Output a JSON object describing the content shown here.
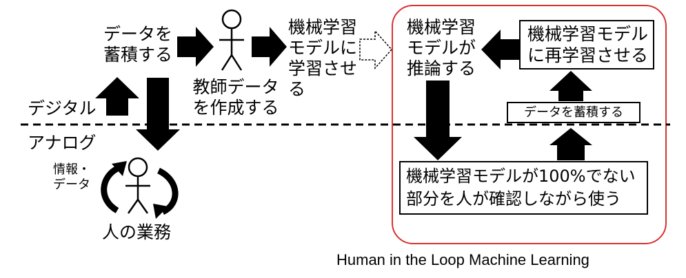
{
  "colors": {
    "outline": "#d93030",
    "ink": "#000000"
  },
  "icons": [
    "stick-figure-icon",
    "arrow-icon",
    "cycle-arrow-icon"
  ],
  "left": {
    "accumulate_data": "データを\n蓄積する",
    "create_teacher_data": "教師データ\nを作成する",
    "train_model": "機械学習\nモデルに\n学習させ\nる",
    "digital": "デジタル",
    "analog": "アナログ",
    "info_data": "情報・\nデータ",
    "human_work": "人の業務"
  },
  "loop": {
    "model_infers": "機械学習\nモデルが\n推論する",
    "retrain_model": "機械学習モデル\nに再学習させる",
    "accumulate_data": "データを蓄積する",
    "human_check": "機械学習モデルが100%でない\n部分を人が確認しながら使う",
    "caption": "Human in the Loop Machine Learning"
  }
}
